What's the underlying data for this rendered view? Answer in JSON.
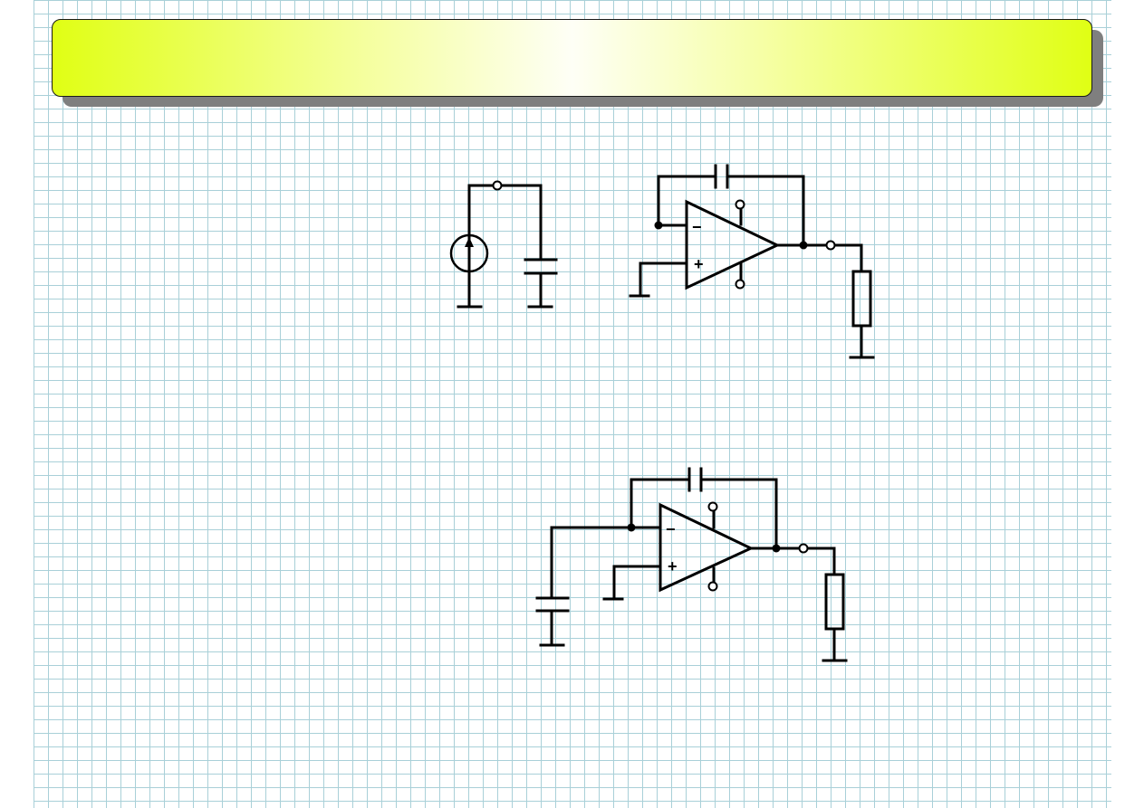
{
  "slide": {
    "title": ""
  },
  "colors": {
    "grid_line": "#a9d0d8",
    "banner_yellow": "#e0ff14",
    "banner_highlight": "#fefff6",
    "banner_shadow": "#7f7f7f",
    "wire": "#000000"
  },
  "circuits": [
    {
      "name": "current-source-charging-capacitor",
      "components": [
        "current-source",
        "output-terminal",
        "capacitor",
        "ground",
        "ground"
      ]
    },
    {
      "name": "op-amp-integrator-top",
      "components": [
        "op-amp",
        "feedback-capacitor",
        "output-terminal",
        "load-resistor",
        "ground",
        "ground",
        "supply-terminal",
        "supply-terminal"
      ],
      "inputs": {
        "inverting": "−",
        "non_inverting": "+"
      }
    },
    {
      "name": "op-amp-integrator-bottom",
      "components": [
        "op-amp",
        "feedback-capacitor",
        "input-capacitor",
        "output-terminal",
        "load-resistor",
        "ground",
        "ground",
        "ground",
        "supply-terminal",
        "supply-terminal"
      ],
      "inputs": {
        "inverting": "−",
        "non_inverting": "+"
      }
    }
  ]
}
